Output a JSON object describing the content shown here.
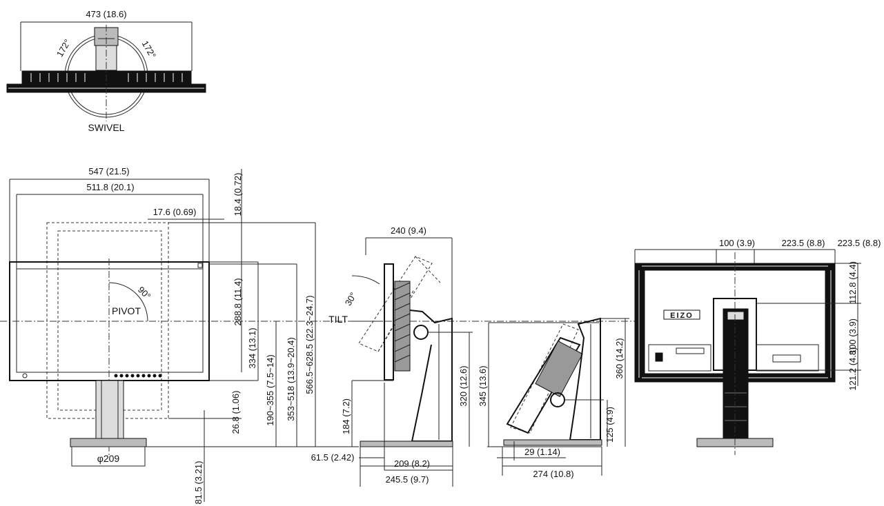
{
  "top_view": {
    "width_label": "473 (18.6)",
    "angle_left": "172°",
    "angle_right": "172°",
    "swivel_label": "SWIVEL"
  },
  "front_view": {
    "width_outer": "547 (21.5)",
    "width_inner": "511.8 (20.1)",
    "bezel_side": "17.6 (0.69)",
    "bezel_top": "18.4 (0.72)",
    "pivot_angle": "90°",
    "pivot_label": "PIVOT",
    "screen_height": "288.8 (11.4)",
    "panel_height": "334 (13.1)",
    "bezel_bottom": "26.8 (1.06)",
    "height_range_1": "190~355 (7.5~14)",
    "height_range_2": "353~518 (13.9~20.4)",
    "height_range_3": "566.5~628.5 (22.3~24.7)",
    "base_diameter": "φ209",
    "base_height": "81.5 (3.21)"
  },
  "side_view": {
    "depth_top": "240 (9.4)",
    "tilt_angle": "30°",
    "tilt_label": "TILT",
    "pivot_height": "184 (7.2)",
    "stand_height": "320 (12.6)",
    "base_offset": "61.5 (2.42)",
    "base_depth": "209 (8.2)",
    "total_depth": "245.5 (9.7)"
  },
  "side_view_2": {
    "total_height": "345 (13.6)",
    "stand_height": "360 (14.2)",
    "lower_height": "125 (4.9)",
    "offset_depth": "29 (1.14)",
    "total_depth": "274 (10.8)"
  },
  "rear_view": {
    "vesa_width": "100 (3.9)",
    "side_left": "223.5 (8.8)",
    "side_right": "223.5 (8.8)",
    "top_height": "112.8 (4.4)",
    "vesa_height": "100 (3.9)",
    "bottom_height": "121.2 (4.8)",
    "logo": "EIZO"
  }
}
